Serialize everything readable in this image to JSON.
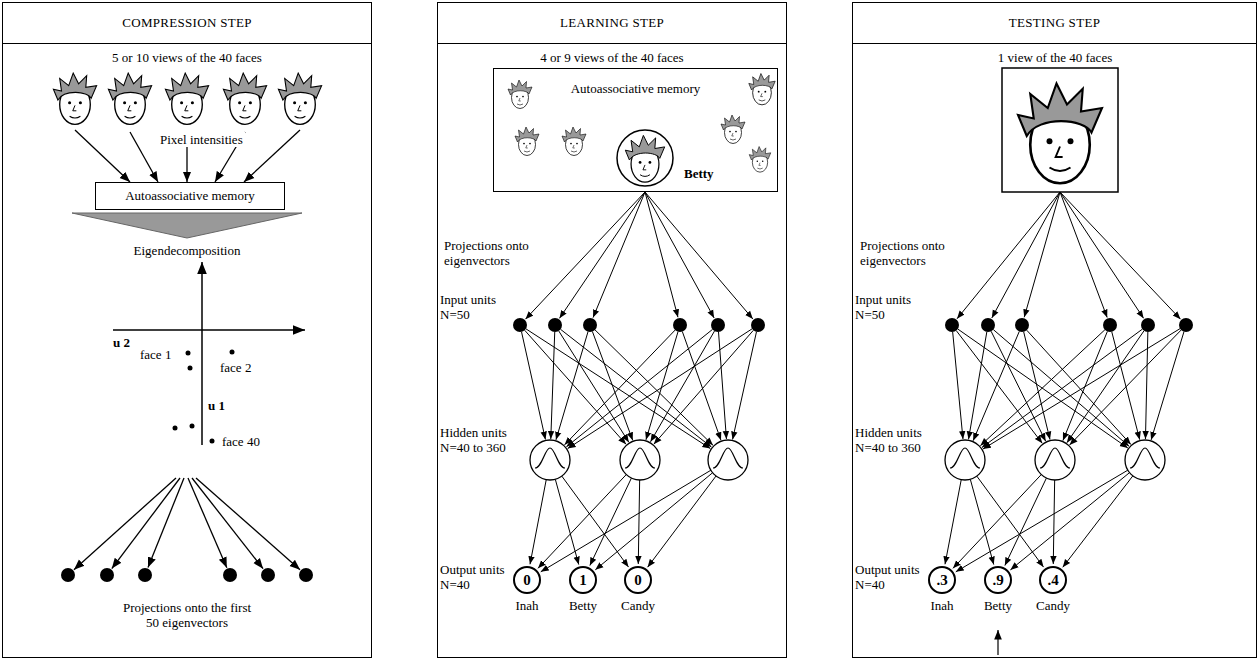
{
  "diagram": {
    "nodes": [
      {
        "text": [
          "COMPRESSION STEP"
        ]
      },
      {
        "text": [
          "Autoassociative memory"
        ],
        "in": 0
      },
      {
        "text": [
          "LEARNING STEP"
        ]
      },
      {
        "text": [
          "Autoassociative memory",
          "Betty"
        ],
        "in": 2
      },
      {
        "text": [
          "0",
          "Inah"
        ],
        "in": 2
      },
      {
        "text": [
          "1",
          "Betty"
        ],
        "in": 2
      },
      {
        "text": [
          "0",
          "Candy"
        ],
        "in": 2
      },
      {
        "text": [
          "TESTING STEP"
        ]
      },
      {
        "text": [
          ".3",
          "Inah"
        ],
        "in": 7
      },
      {
        "text": [
          ".9",
          "Betty"
        ],
        "in": 7
      },
      {
        "text": [
          ".4",
          "Candy"
        ],
        "in": 7
      }
    ],
    "labels": [
      "5 or 10 views of the 40 faces",
      "Pixel intensities",
      "Eigendecomposition",
      "face 1",
      "face 2",
      "face 40",
      "u 2",
      "u 1",
      "Projections onto the first 50 eigenvectors",
      "4 or 9 views of the 40 faces",
      "Projections onto eigenvectors",
      "Input units N=50",
      "Hidden units N=40 to 360",
      "Output units N=40",
      "1 view of the 40 faces",
      "Projections onto eigenvectors",
      "Input units N=50",
      "Hidden units N=40 to 360",
      "Output units N=40"
    ]
  }
}
